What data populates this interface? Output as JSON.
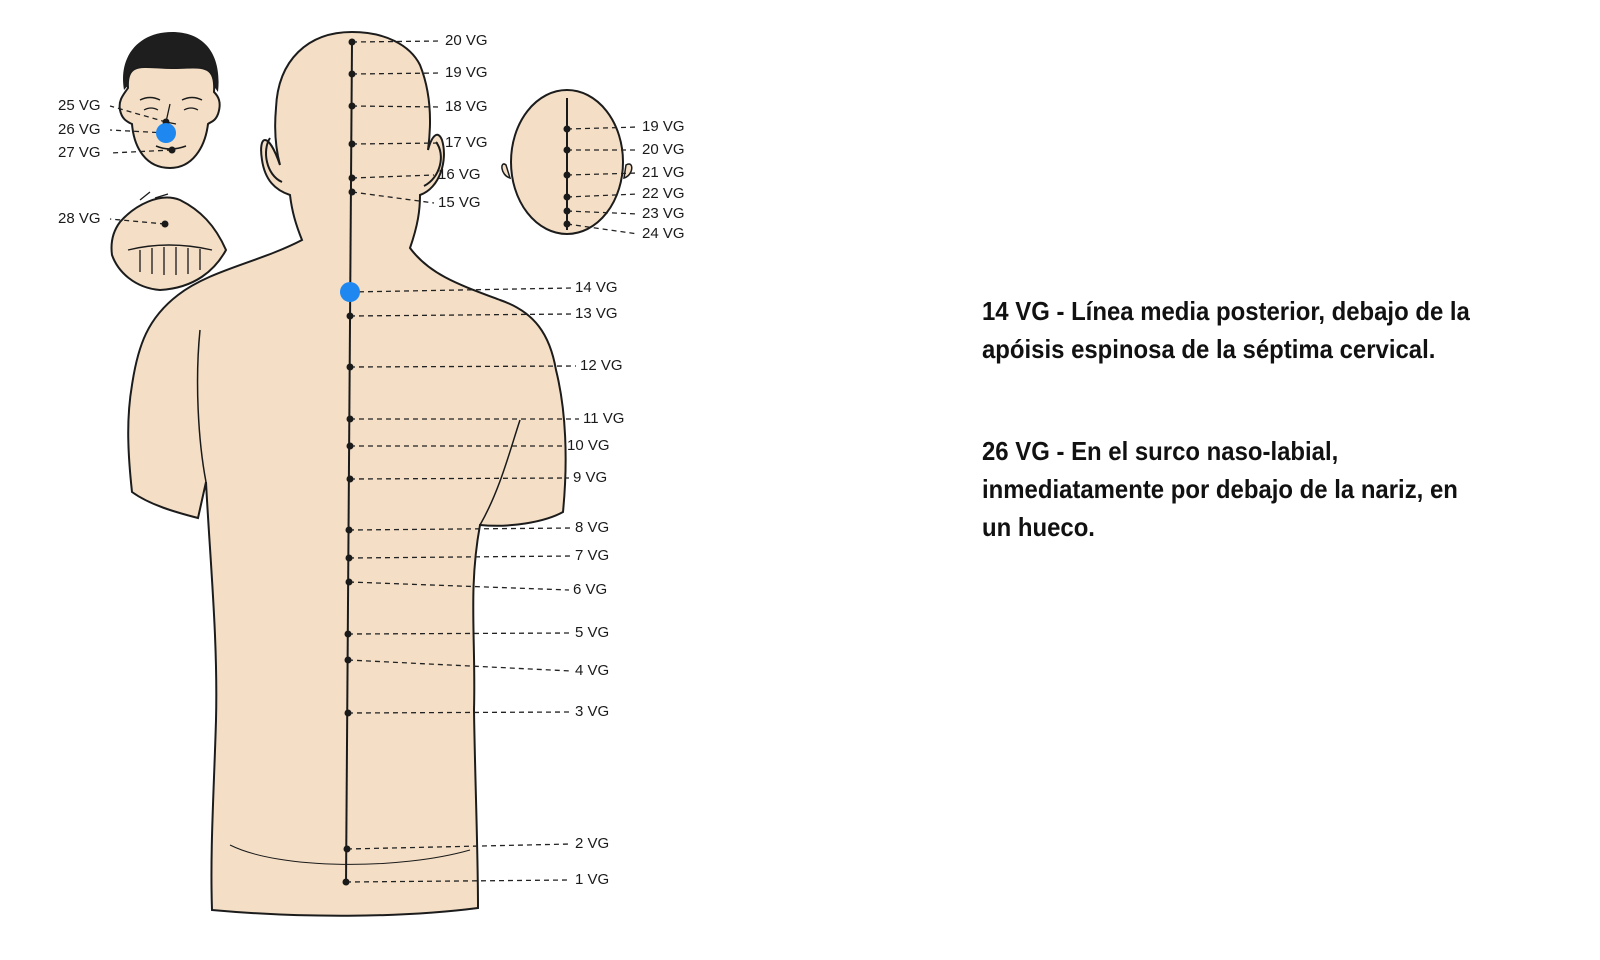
{
  "points": {
    "back": [
      {
        "id": "p1",
        "label": "1 VG"
      },
      {
        "id": "p2",
        "label": "2 VG"
      },
      {
        "id": "p3",
        "label": "3 VG"
      },
      {
        "id": "p4",
        "label": "4 VG"
      },
      {
        "id": "p5",
        "label": "5 VG"
      },
      {
        "id": "p6",
        "label": "6 VG"
      },
      {
        "id": "p7",
        "label": "7 VG"
      },
      {
        "id": "p8",
        "label": "8 VG"
      },
      {
        "id": "p9",
        "label": "9 VG"
      },
      {
        "id": "p10",
        "label": "10 VG"
      },
      {
        "id": "p11",
        "label": "11 VG"
      },
      {
        "id": "p12",
        "label": "12 VG"
      },
      {
        "id": "p13",
        "label": "13 VG"
      },
      {
        "id": "p14",
        "label": "14 VG"
      },
      {
        "id": "p15",
        "label": "15 VG"
      },
      {
        "id": "p16",
        "label": "16 VG"
      },
      {
        "id": "p17",
        "label": "17 VG"
      },
      {
        "id": "p18",
        "label": "18 VG"
      },
      {
        "id": "p19",
        "label": "19 VG"
      },
      {
        "id": "p20",
        "label": "20 VG"
      }
    ],
    "top_head": [
      {
        "id": "t19",
        "label": "19 VG"
      },
      {
        "id": "t20",
        "label": "20 VG"
      },
      {
        "id": "t21",
        "label": "21 VG"
      },
      {
        "id": "t22",
        "label": "22 VG"
      },
      {
        "id": "t23",
        "label": "23 VG"
      },
      {
        "id": "t24",
        "label": "24 VG"
      }
    ],
    "face": [
      {
        "id": "f25",
        "label": "25 VG"
      },
      {
        "id": "f26",
        "label": "26 VG"
      },
      {
        "id": "f27",
        "label": "27 VG"
      }
    ],
    "mouth": [
      {
        "id": "m28",
        "label": "28 VG"
      }
    ]
  },
  "highlighted": [
    "14 VG",
    "26 VG"
  ],
  "highlight_color": "#1e88f0",
  "skin_color": "#f4dfc6",
  "descriptions": [
    {
      "text": "14 VG - Línea media posterior, debajo de la apóisis espinosa de la séptima cervical."
    },
    {
      "text": "26 VG - En el surco naso-labial, inmediatamente por debajo de la nariz, en un hueco."
    }
  ]
}
